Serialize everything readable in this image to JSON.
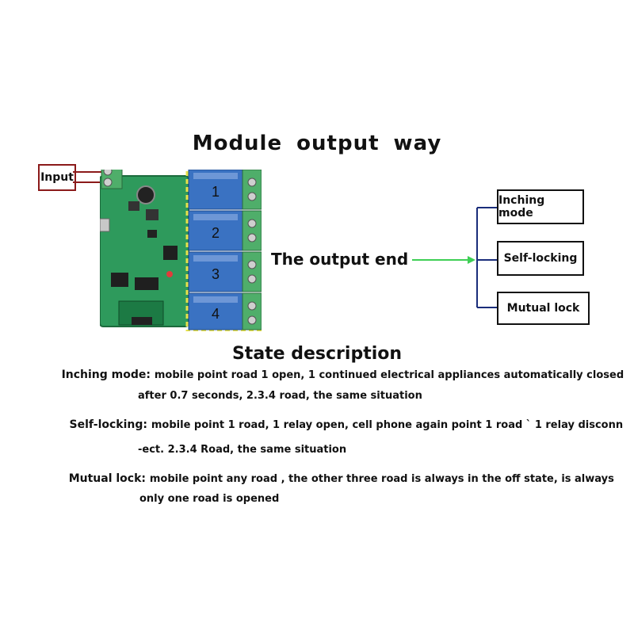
{
  "title": "Module  output  way",
  "input_label": "Input",
  "output_end_label": "The output end",
  "modes": [
    "Inching mode",
    "Self-locking",
    "Mutual lock"
  ],
  "relay_numbers": [
    "1",
    "2",
    "3",
    "4"
  ],
  "state_title": "State description",
  "descriptions": [
    {
      "label": "Inching mode:",
      "line1": "mobile point road 1 open, 1 continued electrical appliances automatically closed",
      "line2": "after 0.7 seconds, 2.3.4 road, the same situation"
    },
    {
      "label": "Self-locking:",
      "line1": "mobile point 1 road, 1 relay open, cell phone again point 1 road ` 1 relay disconn",
      "line2": "-ect. 2.3.4 Road, the same situation"
    },
    {
      "label": "Mutual lock:",
      "line1": "mobile point any road , the other three road is always in the off state, is always",
      "line2": "only one road is  opened"
    }
  ],
  "colors": {
    "highlight": "#e8e24a",
    "arrow": "#3ecf55",
    "input_border": "#8b1a1a",
    "board": "#2e9a5c",
    "relay": "#3a72c2",
    "tree_line": "#1a2d7a"
  }
}
